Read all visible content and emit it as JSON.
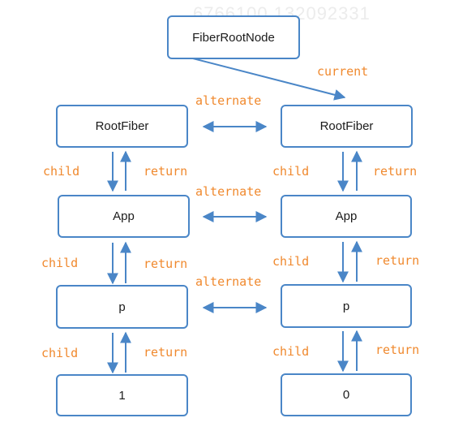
{
  "diagram": {
    "nodes": {
      "root": "FiberRootNode",
      "left_rootfiber": "RootFiber",
      "right_rootfiber": "RootFiber",
      "left_app": "App",
      "right_app": "App",
      "left_p": "p",
      "right_p": "p",
      "left_text": "1",
      "right_text": "0"
    },
    "labels": {
      "current": "current",
      "alternate": "alternate",
      "child": "child",
      "return": "return"
    },
    "watermark": "6766100 132092331",
    "colors": {
      "node_border": "#4a86c7",
      "arrow": "#4a86c7",
      "label": "#f0892e"
    }
  }
}
